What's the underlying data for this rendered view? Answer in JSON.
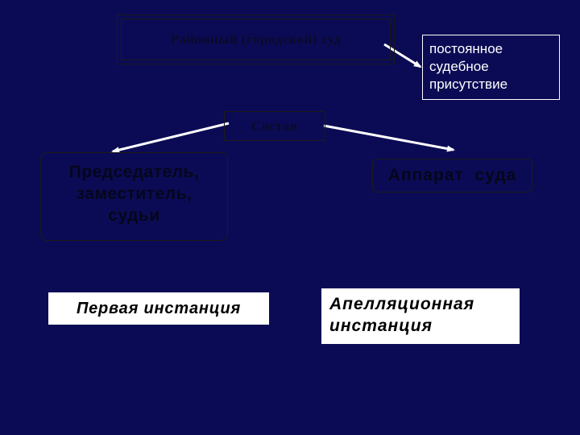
{
  "colors": {
    "background": "#0b0b55",
    "dark_text": "#06061c",
    "box_fill_light": "#ffffff",
    "arrow": "#ffffff"
  },
  "nodes": {
    "court": {
      "label": "Районный (городской) суд"
    },
    "permanent_presence": {
      "lines": [
        "постоянное",
        "судебное",
        "присутствие"
      ]
    },
    "composition": {
      "label": "Состав"
    },
    "judges": {
      "lines": [
        "Председатель,",
        "заместитель,",
        "судьи"
      ]
    },
    "court_staff": {
      "label": "Аппарат  суда"
    },
    "first_instance": {
      "label": "Первая инстанция"
    },
    "appeal_instance": {
      "lines": [
        "Апелляционная",
        "инстанция"
      ]
    }
  },
  "edges": [
    {
      "from": "court",
      "to": "permanent_presence"
    },
    {
      "from": "composition",
      "to": "judges"
    },
    {
      "from": "composition",
      "to": "court_staff"
    }
  ]
}
